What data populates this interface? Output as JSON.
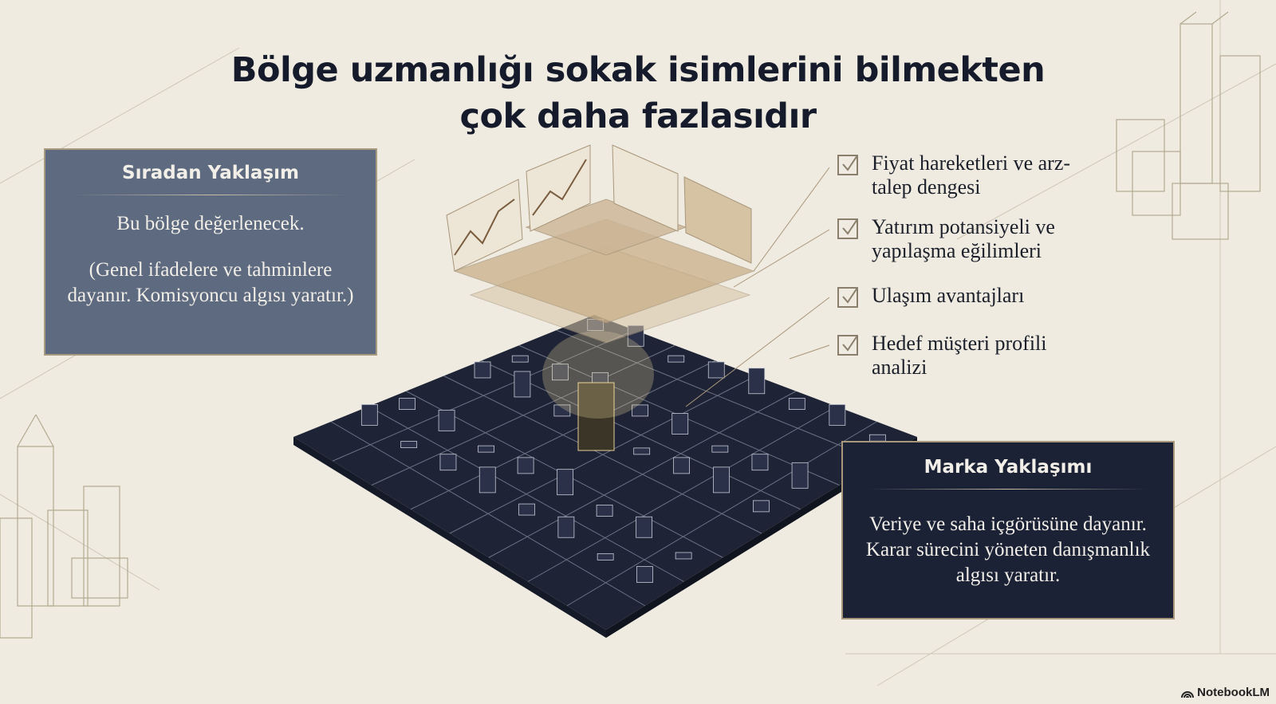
{
  "title": {
    "line1": "Bölge uzmanlığı sokak isimlerini bilmekten",
    "line2": "çok daha fazlasıdır"
  },
  "ordinary": {
    "heading": "Sıradan Yaklaşım",
    "text": "Bu bölge değerlenecek.",
    "note": "(Genel ifadelere ve tahminlere dayanır. Komisyoncu algısı yaratır.)"
  },
  "brand": {
    "heading": "Marka Yaklaşımı",
    "text": "Veriye ve saha içgörüsüne dayanır. Karar sürecini yöneten danışmanlık algısı yaratır."
  },
  "checklist": [
    {
      "label": "Fiyat hareketleri ve arz-talep dengesi",
      "checked": true
    },
    {
      "label": "Yatırım potansiyeli ve yapılaşma eğilimleri",
      "checked": true
    },
    {
      "label": "Ulaşım avantajları",
      "checked": true
    },
    {
      "label": "Hedef müşteri profili analizi",
      "checked": true
    }
  ],
  "footer": {
    "brand": "NotebookLM"
  },
  "colors": {
    "background": "#efebe1",
    "slate": "#5e6a7f",
    "navy": "#1c2236",
    "gold": "#c8a66a"
  }
}
